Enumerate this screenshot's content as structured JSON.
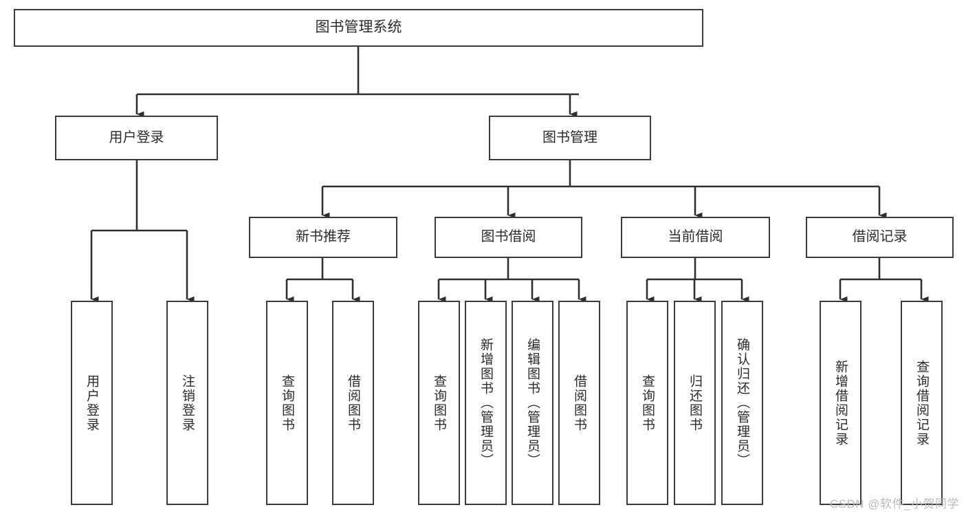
{
  "diagram": {
    "type": "tree-hierarchy-chart",
    "title": "图书管理系统",
    "root": {
      "id": "root",
      "label": "图书管理系统"
    },
    "level2": [
      {
        "id": "user-login",
        "label": "用户登录"
      },
      {
        "id": "book-manage",
        "label": "图书管理"
      }
    ],
    "level3": [
      {
        "id": "new-book-recommend",
        "label": "新书推荐",
        "parent": "book-manage"
      },
      {
        "id": "book-borrow",
        "label": "图书借阅",
        "parent": "book-manage"
      },
      {
        "id": "current-borrow",
        "label": "当前借阅",
        "parent": "book-manage"
      },
      {
        "id": "borrow-record",
        "label": "借阅记录",
        "parent": "book-manage"
      }
    ],
    "leaves": [
      {
        "id": "leaf-user-login",
        "label": "用户登录",
        "parent": "user-login"
      },
      {
        "id": "leaf-logout-login",
        "label": "注销登录",
        "parent": "user-login"
      },
      {
        "id": "leaf-query-book-1",
        "label": "查询图书",
        "parent": "new-book-recommend"
      },
      {
        "id": "leaf-borrow-book-1",
        "label": "借阅图书",
        "parent": "new-book-recommend"
      },
      {
        "id": "leaf-query-book-2",
        "label": "查询图书",
        "parent": "book-borrow"
      },
      {
        "id": "leaf-add-book",
        "label": "新增图书（管理员）",
        "parent": "book-borrow"
      },
      {
        "id": "leaf-edit-book",
        "label": "编辑图书（管理员）",
        "parent": "book-borrow"
      },
      {
        "id": "leaf-borrow-book-2",
        "label": "借阅图书",
        "parent": "book-borrow"
      },
      {
        "id": "leaf-query-book-3",
        "label": "查询图书",
        "parent": "current-borrow"
      },
      {
        "id": "leaf-return-book",
        "label": "归还图书",
        "parent": "current-borrow"
      },
      {
        "id": "leaf-confirm-return",
        "label": "确认归还（管理员）",
        "parent": "current-borrow"
      },
      {
        "id": "leaf-add-record",
        "label": "新增借阅记录",
        "parent": "borrow-record"
      },
      {
        "id": "leaf-query-record",
        "label": "查询借阅记录",
        "parent": "borrow-record"
      }
    ],
    "colors": {
      "box_border": "#3a3a3a",
      "box_fill": "#ffffff",
      "connector": "#2e2e2e",
      "text": "#2b2b2b",
      "watermark": "#b9b9b9",
      "background": "#ffffff"
    }
  },
  "watermark": {
    "text": "CSDN @软件_小贺同学"
  }
}
